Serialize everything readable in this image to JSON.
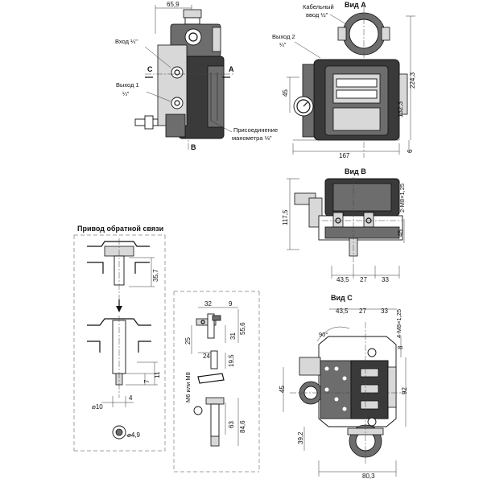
{
  "top_left": {
    "dim_width": "65,9",
    "inlet": "Вход ¼\"",
    "outlet1": "Выход 1",
    "outlet1_size": "¼\"",
    "label_c": "C",
    "label_a": "A",
    "label_b": "B",
    "gauge_connection_line1": "Присоединение",
    "gauge_connection_line2": "манометра ⅛\""
  },
  "view_a": {
    "title": "Вид А",
    "cable_entry_line1": "Кабельный",
    "cable_entry_line2": "ввод ½\"",
    "outlet2": "Выход 2",
    "outlet2_size": "¼\"",
    "dim_45": "45",
    "dim_132_3": "132,3",
    "dim_224_3": "224,3",
    "dim_167": "167",
    "dim_6": "6"
  },
  "view_b": {
    "title": "Вид В",
    "dim_117_5": "117,5",
    "thread": "2-M8×1,25",
    "dim_45": "45",
    "dim_43_5": "43,5",
    "dim_27": "27",
    "dim_33": "33"
  },
  "feedback": {
    "title": "Привод обратной связи",
    "dim_35_7": "35,7",
    "dim_7": "7",
    "dim_11": "11",
    "dim_4": "4",
    "dim_d10": "⌀10",
    "dim_d4_9": "⌀4,9"
  },
  "bracket": {
    "dim_32": "32",
    "dim_9": "9",
    "dim_25": "25",
    "dim_24": "24",
    "dim_31": "31",
    "dim_55_6": "55,6",
    "dim_19_5": "19,5",
    "thread_label": "M6 или M8",
    "dim_63": "63",
    "dim_84_6": "84,6"
  },
  "view_c": {
    "title": "Вид С",
    "dim_43_5": "43,5",
    "dim_27": "27",
    "dim_33": "33",
    "thread": "4-M8×1,25",
    "angle": "90°",
    "dim_8": "8",
    "dim_45": "45",
    "dim_92": "92",
    "dim_39_2": "39,2",
    "dim_80_3": "80,3"
  }
}
